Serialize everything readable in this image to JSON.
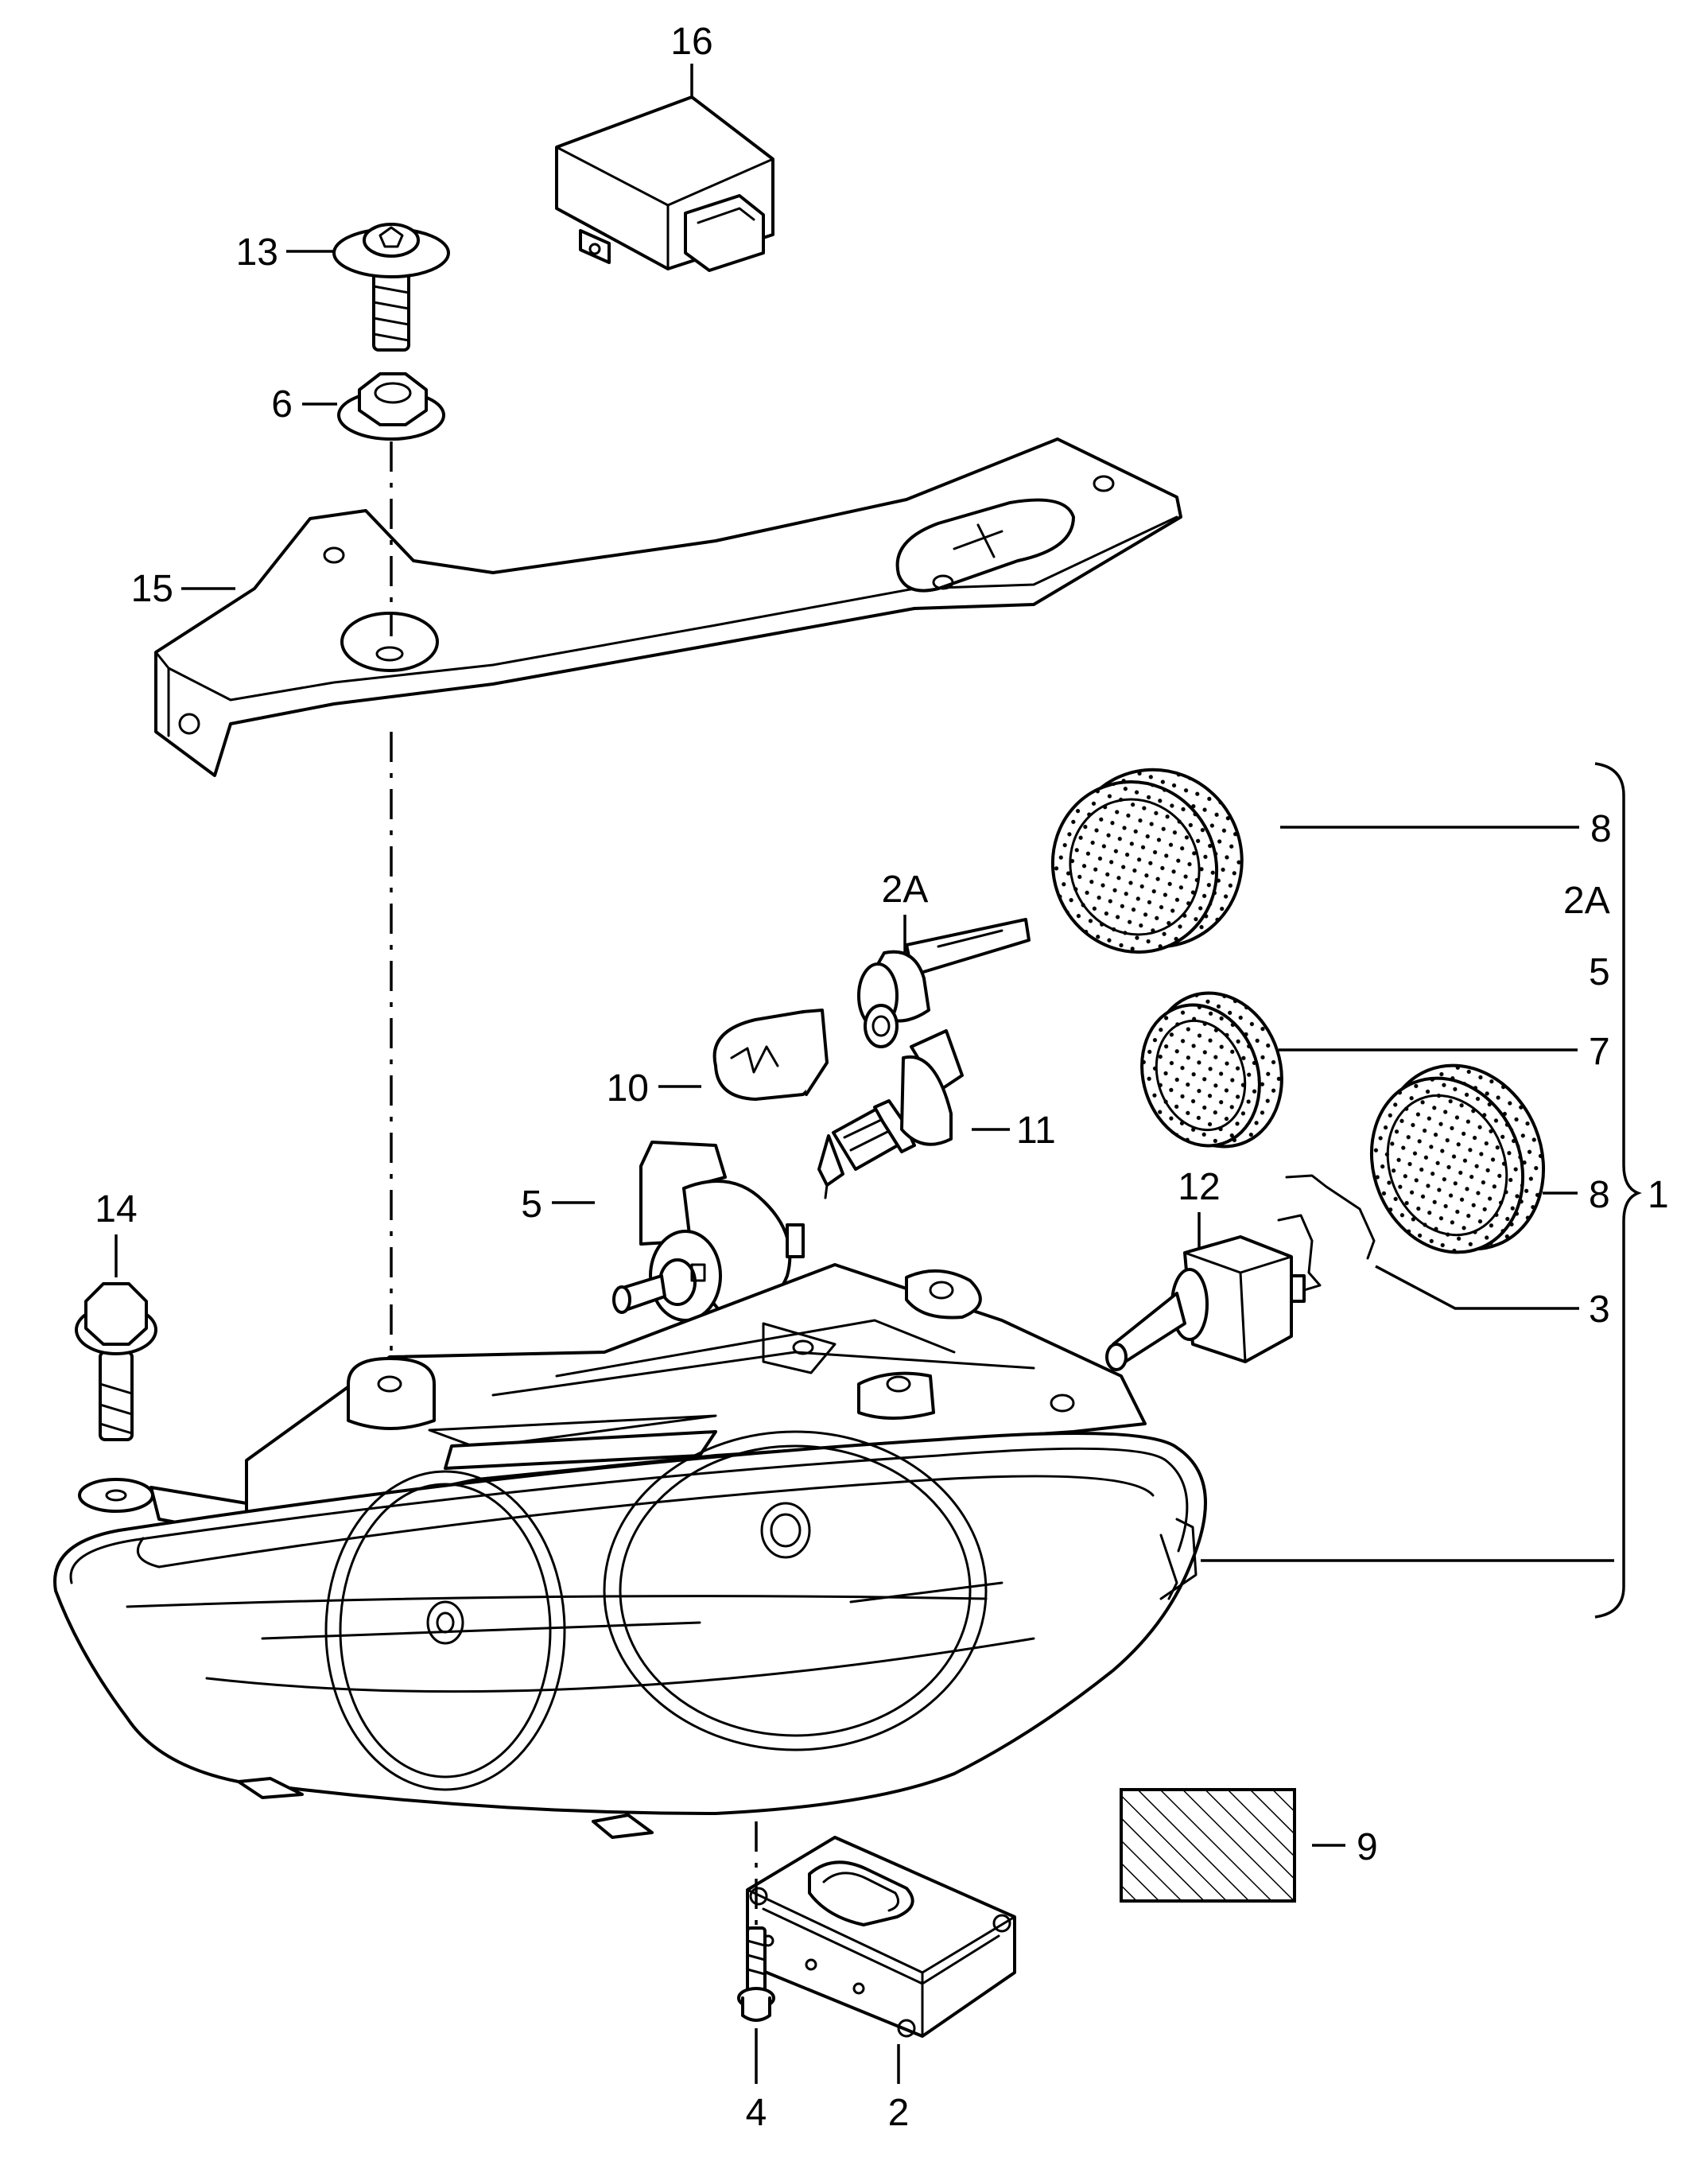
{
  "callouts": {
    "c16": "16",
    "c13": "13",
    "c6": "6",
    "c15": "15",
    "c8a": "8",
    "c2a_top": "2A",
    "c5_right": "5",
    "c7": "7",
    "c8b": "8",
    "c1": "1",
    "c3": "3",
    "c2a_bulb": "2A",
    "c10": "10",
    "c11": "11",
    "c5_socket": "5",
    "c12": "12",
    "c14": "14",
    "c9": "9",
    "c4": "4",
    "c2": "2"
  }
}
